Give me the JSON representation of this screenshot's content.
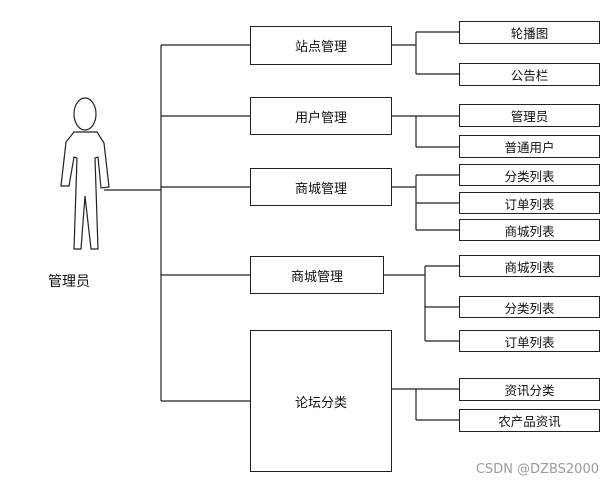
{
  "actor": {
    "label": "管理员"
  },
  "modules": [
    {
      "label": "站点管理",
      "children": [
        "轮播图",
        "公告栏"
      ]
    },
    {
      "label": "用户管理",
      "children": [
        "管理员",
        "普通用户"
      ]
    },
    {
      "label": "商城管理",
      "children": [
        "分类列表",
        "订单列表",
        "商城列表"
      ]
    },
    {
      "label": "商城管理",
      "children": [
        "商城列表",
        "分类列表",
        "订单列表"
      ]
    },
    {
      "label": "论坛分类",
      "children": [
        "资讯分类",
        "农产品资讯"
      ]
    }
  ],
  "watermark": "CSDN @DZBS2000"
}
